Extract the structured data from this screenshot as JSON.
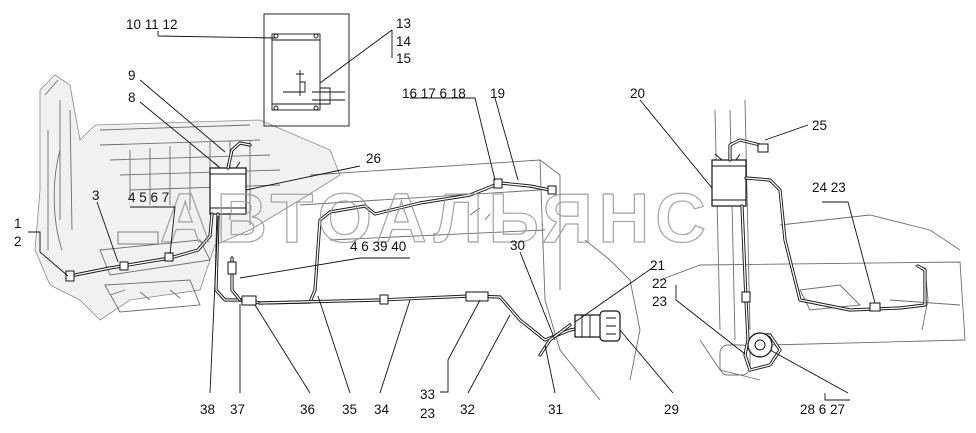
{
  "watermark": "АВТОАЛЬЯНС",
  "callouts": {
    "c10_11_12": "10 11 12",
    "c13": "13",
    "c14": "14",
    "c15": "15",
    "c9": "9",
    "c8": "8",
    "c16_17_6_18": "16 17 6 18",
    "c19": "19",
    "c20": "20",
    "c25": "25",
    "c26": "26",
    "c24_23": "24 23",
    "c3": "3",
    "c4_5_6_7": "4 5 6 7",
    "c1": "1",
    "c2": "2",
    "c4_6_39_40": "4 6 39 40",
    "c30": "30",
    "c21": "21",
    "c22": "22",
    "c23a": "23",
    "c33": "33",
    "c23b": "23",
    "c38": "38",
    "c37": "37",
    "c36": "36",
    "c35": "35",
    "c34": "34",
    "c32": "32",
    "c31": "31",
    "c29": "29",
    "c28_6_27": "28 6 27"
  }
}
